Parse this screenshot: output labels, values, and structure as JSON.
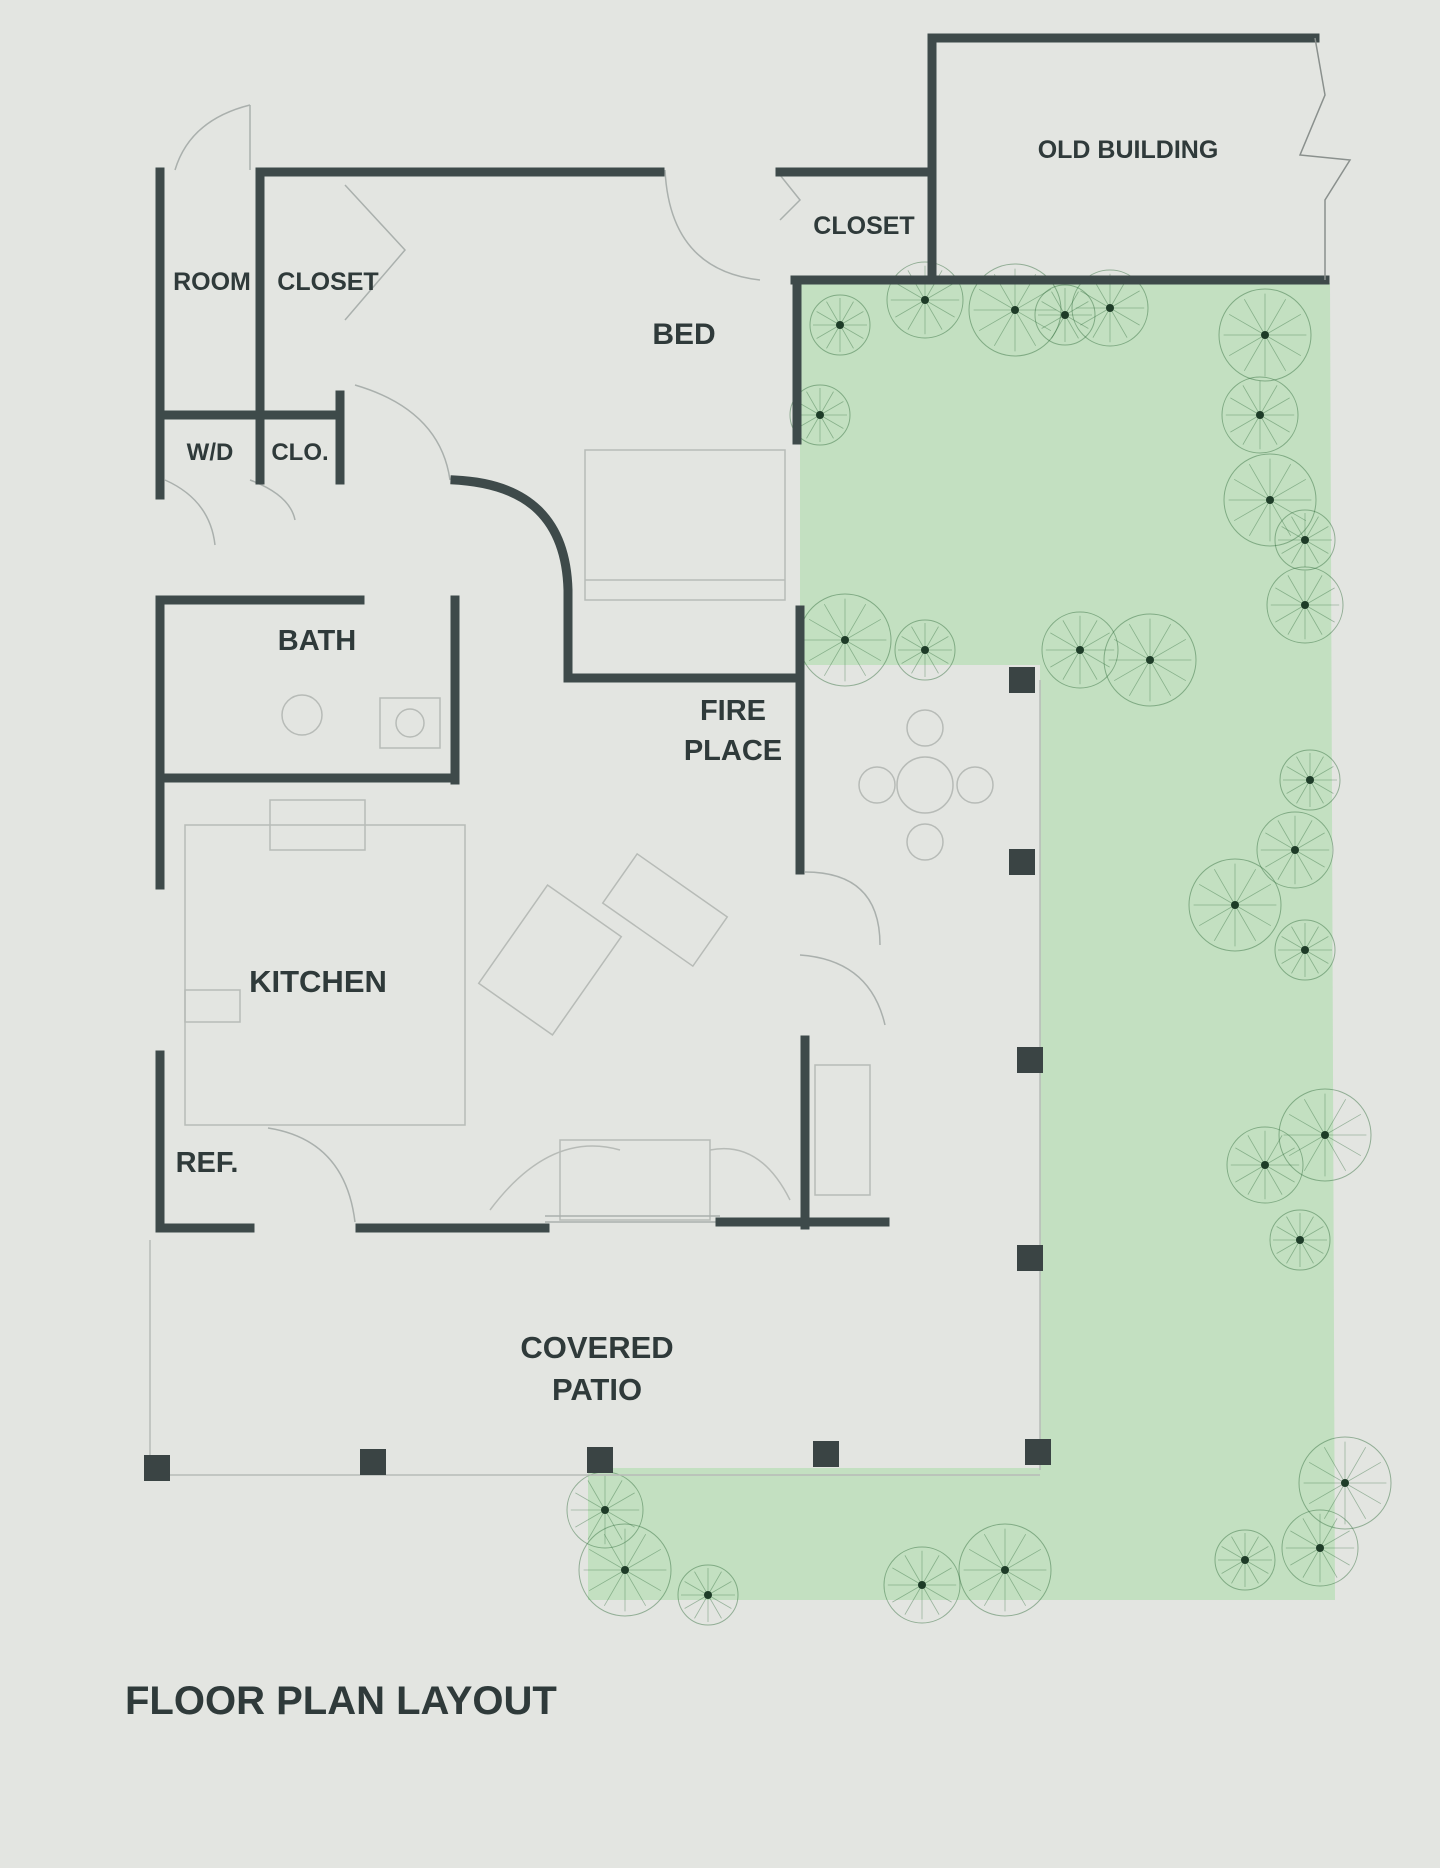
{
  "labels": {
    "old_building": "OLD BUILDING",
    "closet_top": "CLOSET",
    "room": "ROOM",
    "closet_left": "CLOSET",
    "bed": "BED",
    "wd": "W/D",
    "clo": "CLO.",
    "bath": "BATH",
    "fireplace_1": "FIRE",
    "fireplace_2": "PLACE",
    "kitchen": "KITCHEN",
    "ref": "REF.",
    "patio_1": "COVERED",
    "patio_2": "PATIO",
    "caption": "FLOOR PLAN LAYOUT"
  },
  "colors": {
    "paper": "#e3e5e1",
    "wall": "#3e4a4a",
    "yard": "#b8ddb6",
    "tree": "#2e6b3a"
  }
}
